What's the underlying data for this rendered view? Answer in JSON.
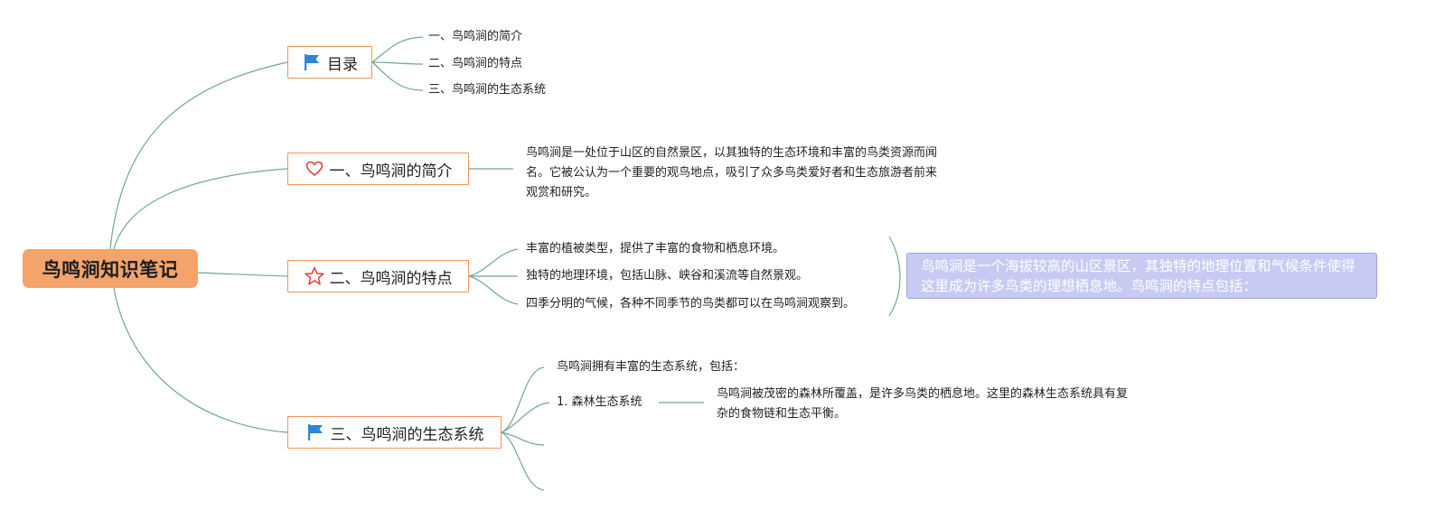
{
  "root": {
    "label": "鸟鸣涧知识笔记"
  },
  "toc": {
    "label": "目录",
    "icon": "flag-icon",
    "items": [
      "一、鸟鸣涧的简介",
      "二、鸟鸣涧的特点",
      "三、鸟鸣涧的生态系统"
    ]
  },
  "intro": {
    "label": "一、鸟鸣涧的简介",
    "icon": "heart-icon",
    "lines": [
      "鸟鸣涧是一处位于山区的自然景区，以其独特的生态环境和丰富的鸟类资源而闻",
      "名。它被公认为一个重要的观鸟地点，吸引了众多鸟类爱好者和生态旅游者前来",
      "观赏和研究。"
    ]
  },
  "features": {
    "label": "二、鸟鸣涧的特点",
    "icon": "star-icon",
    "items": [
      "丰富的植被类型，提供了丰富的食物和栖息环境。",
      "独特的地理环境，包括山脉、峡谷和溪流等自然景观。",
      "四季分明的气候，各种不同季节的鸟类都可以在鸟鸣涧观察到。"
    ],
    "note_lines": [
      "鸟鸣涧是一个海拔较高的山区景区，其独特的地理位置和气候条件使得",
      "这里成为许多鸟类的理想栖息地。鸟鸣涧的特点包括："
    ]
  },
  "ecosystem": {
    "label": "三、鸟鸣涧的生态系统",
    "icon": "flag-icon",
    "intro": "鸟鸣涧拥有丰富的生态系统，包括：",
    "forest_label": "1. 森林生态系统",
    "forest_lines": [
      "鸟鸣涧被茂密的森林所覆盖，是许多鸟类的栖息地。这里的森林生态系统具有复",
      "杂的食物链和生态平衡。"
    ]
  },
  "colors": {
    "connector": "#6fa893",
    "topic_border": "#f0945a",
    "root_fill": "#f4a46b",
    "note_fill": "#c7cbf3",
    "flag": "#2d86d6",
    "heart": "#e03b3b",
    "star": "#e03b3b"
  }
}
